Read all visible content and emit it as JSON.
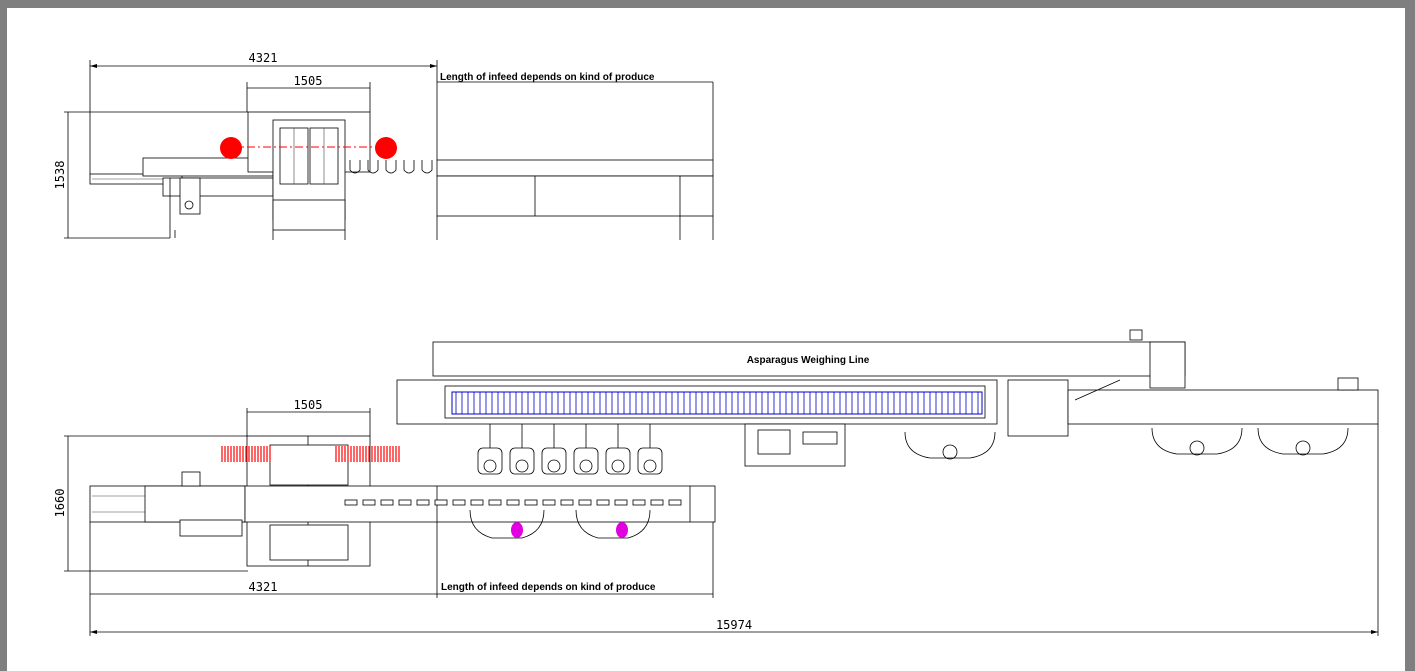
{
  "labels": {
    "dim_total_width": "4321",
    "dim_center_width": "1505",
    "dim_side_height": "1538",
    "dim_plan_height": "1660",
    "dim_plan_center": "1505",
    "dim_plan_total": "4321",
    "dim_overall": "15974",
    "infeed_note_top": "Length of infeed depends on kind of produce",
    "infeed_note_bottom": "Length of infeed depends on kind of produce",
    "line_title": "Asparagus Weighing Line"
  },
  "colors": {
    "outline": "#000000",
    "red_marker": "#ff0000",
    "blue_conveyor": "#0000cc",
    "magenta_marker": "#e000e0",
    "frame_border": "#7f7f7f"
  }
}
